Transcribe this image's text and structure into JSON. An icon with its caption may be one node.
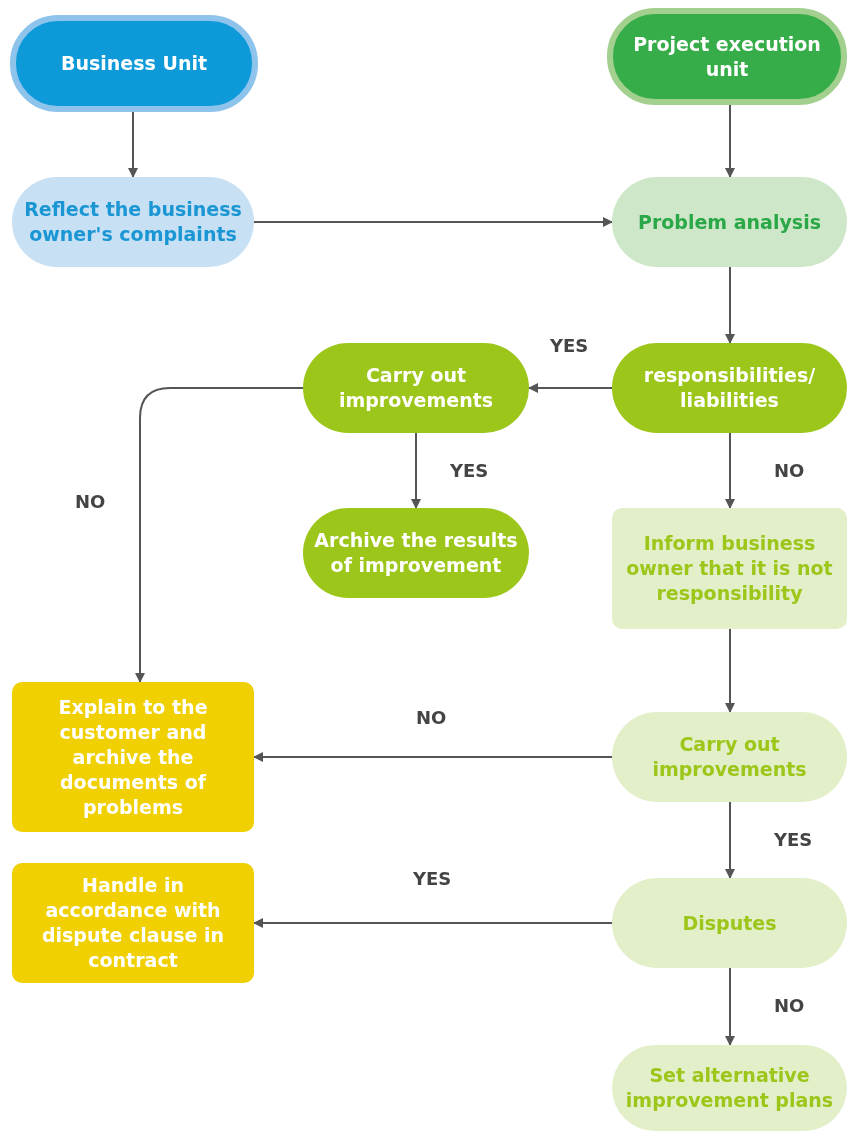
{
  "diagram": {
    "nodes": [
      {
        "text": [
          "Business Unit"
        ]
      },
      {
        "text": [
          "Project execution unit"
        ]
      },
      {
        "text": [
          "Reflect the business owner's complaints"
        ]
      },
      {
        "text": [
          "Problem analysis"
        ]
      },
      {
        "text": [
          "responsibilities/ liabilities"
        ]
      },
      {
        "text": [
          "Carry out improvements"
        ]
      },
      {
        "text": [
          "Archive the results of improvement"
        ]
      },
      {
        "text": [
          "Inform business owner that it is not responsibility"
        ]
      },
      {
        "text": [
          "Explain to the customer and archive the documents of problems"
        ]
      },
      {
        "text": [
          "Carry out improvements"
        ]
      },
      {
        "text": [
          "Handle in accordance with dispute clause in contract"
        ]
      },
      {
        "text": [
          "Disputes"
        ]
      },
      {
        "text": [
          "Set alternative improvement plans"
        ]
      }
    ],
    "edges": [
      {
        "from": 0,
        "to": 2,
        "arrow": "to"
      },
      {
        "from": 2,
        "to": 3,
        "arrow": "to"
      },
      {
        "from": 1,
        "to": 3,
        "arrow": "to"
      },
      {
        "from": 3,
        "to": 4,
        "arrow": "to"
      },
      {
        "from": 4,
        "to": 5,
        "arrow": "to",
        "label": "YES"
      },
      {
        "from": 5,
        "to": 6,
        "arrow": "to",
        "label": "YES"
      },
      {
        "from": 5,
        "to": 8,
        "arrow": "to",
        "label": "NO"
      },
      {
        "from": 4,
        "to": 7,
        "arrow": "to",
        "label": "NO"
      },
      {
        "from": 7,
        "to": 9,
        "arrow": "to"
      },
      {
        "from": 9,
        "to": 8,
        "arrow": "to",
        "label": "NO"
      },
      {
        "from": 9,
        "to": 11,
        "arrow": "to",
        "label": "YES"
      },
      {
        "from": 11,
        "to": 10,
        "arrow": "to",
        "label": "YES"
      },
      {
        "from": 11,
        "to": 12,
        "arrow": "to",
        "label": "NO"
      }
    ]
  }
}
